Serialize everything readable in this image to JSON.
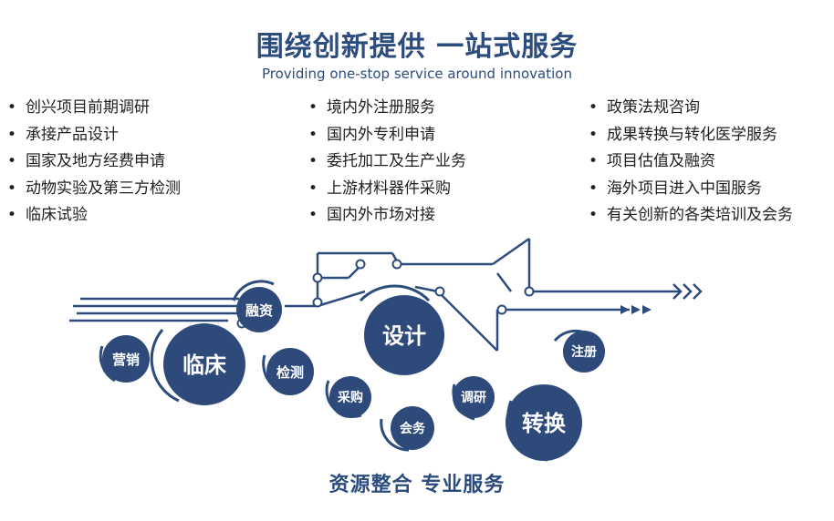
{
  "header": {
    "title": "围绕创新提供 一站式服务",
    "subtitle": "Providing one-stop service around innovation"
  },
  "services": {
    "column1": [
      "创兴项目前期调研",
      "承接产品设计",
      "国家及地方经费申请",
      "动物实验及第三方检测",
      "临床试验"
    ],
    "column2": [
      "境内外注册服务",
      "国内外专利申请",
      "委托加工及生产业务",
      "上游材料器件采购",
      "国内外市场对接"
    ],
    "column3": [
      "政策法规咨询",
      "成果转换与转化医学服务",
      "项目估值及融资",
      "海外项目进入中国服务",
      "有关创新的各类培训及会务"
    ]
  },
  "diagram": {
    "nodes": {
      "rongzi": "融资",
      "yingxiao": "营销",
      "linchuang": "临床",
      "jiance": "检测",
      "sheji": "设计",
      "caigou": "采购",
      "huiwu": "会务",
      "diaoyan": "调研",
      "zhuanhuan": "转换",
      "zhuce": "注册"
    },
    "colors": {
      "primary": "#2c4c7e",
      "node_fill": "#2d4a7a",
      "line": "#2c4c7e"
    }
  },
  "footer": {
    "slogan": "资源整合 专业服务"
  }
}
